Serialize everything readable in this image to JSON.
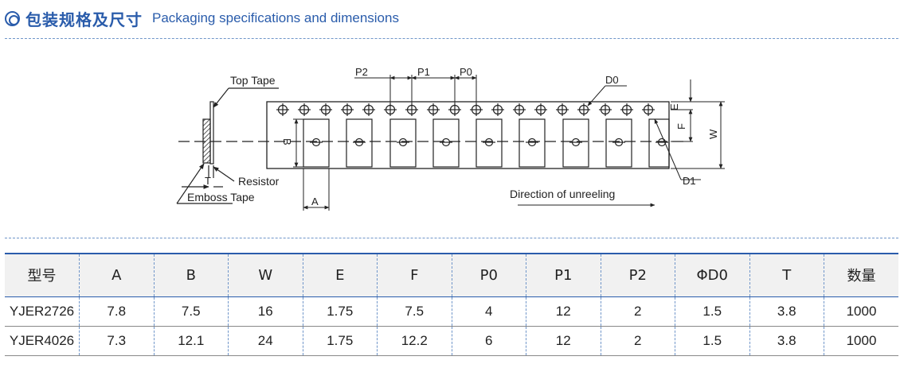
{
  "header": {
    "title_cn": "包装规格及尺寸",
    "title_en": "Packaging specifications and dimensions",
    "icon": "double-circle-icon",
    "accent_color": "#2a5cab"
  },
  "diagram": {
    "labels": {
      "top_tape": "Top Tape",
      "resistor": "Resistor",
      "emboss_tape": "Emboss Tape",
      "t": "T",
      "a": "A",
      "b": "B",
      "p0": "P0",
      "p1": "P1",
      "p2": "P2",
      "d0": "D0",
      "d1": "D1",
      "e": "E",
      "f": "F",
      "w": "W",
      "direction": "Direction of unreeling"
    }
  },
  "table": {
    "headers": [
      "型号",
      "A",
      "B",
      "W",
      "E",
      "F",
      "P0",
      "P1",
      "P2",
      "ΦD0",
      "T",
      "数量"
    ],
    "rows": [
      [
        "YJER2726",
        "7.8",
        "7.5",
        "16",
        "1.75",
        "7.5",
        "4",
        "12",
        "2",
        "1.5",
        "3.8",
        "1000"
      ],
      [
        "YJER4026",
        "7.3",
        "12.1",
        "24",
        "1.75",
        "12.2",
        "6",
        "12",
        "2",
        "1.5",
        "3.8",
        "1000"
      ]
    ]
  }
}
